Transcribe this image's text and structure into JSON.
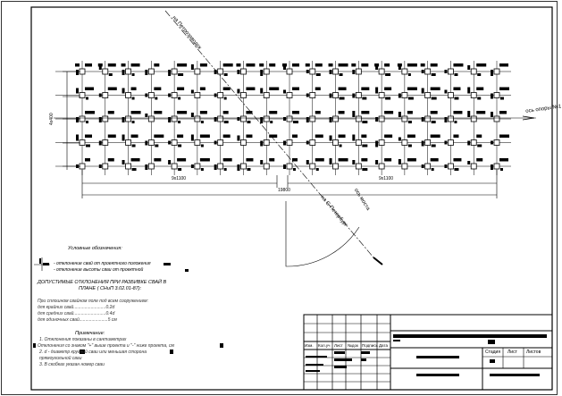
{
  "drawing": {
    "pier_label": "ось опоры №1",
    "direction_up": "на Петрозаводск",
    "direction_down": "на С-Петербург",
    "bridge_axis": "ось моста",
    "dims": {
      "height": "4x400",
      "left_span": "9x1100",
      "total": "19800",
      "right_span": "9x1100"
    },
    "grid": {
      "columns": 19,
      "rows": 5
    }
  },
  "legend": {
    "title": "Условные обозначения:",
    "line1": "- отклонение свай от проектного положения",
    "line2": "- отклонение высоты сваи от проектной"
  },
  "tolerances": {
    "heading1": "ДОПУСТИМЫЕ ОТКЛОНЕНИЯ ПРИ РАЗБИВКЕ СВАЙ В",
    "heading2": "ПЛАНЕ ( СНиП 3.02.01-87):",
    "intro": "При сплошном свайном поле под всем сооружением:",
    "row1": "для крайних свай..........................0.2d",
    "row2": "для средних свай..........................0.4d",
    "row3": "для одиночных свай.......................5 см"
  },
  "notes": {
    "title": "Примечание:",
    "n1": "1. Отклонения показаны в сантиметрах",
    "n2a": "Отклонения со знаком \"+\" выше проекта и \"-\" ниже проекта, см",
    "n2b": "2. d - диаметр круглой сваи или меньшая сторона",
    "n2c": "прямоугольной сваи",
    "n3": "3. В скобках указан номер сваи"
  },
  "title_block": {
    "headers": [
      "Изм.",
      "Кол.уч",
      "Лист",
      "№док",
      "Подпись",
      "Дата"
    ],
    "stage_label": "Стадия",
    "sheet_label": "Лист",
    "sheets_label": "Листов"
  }
}
